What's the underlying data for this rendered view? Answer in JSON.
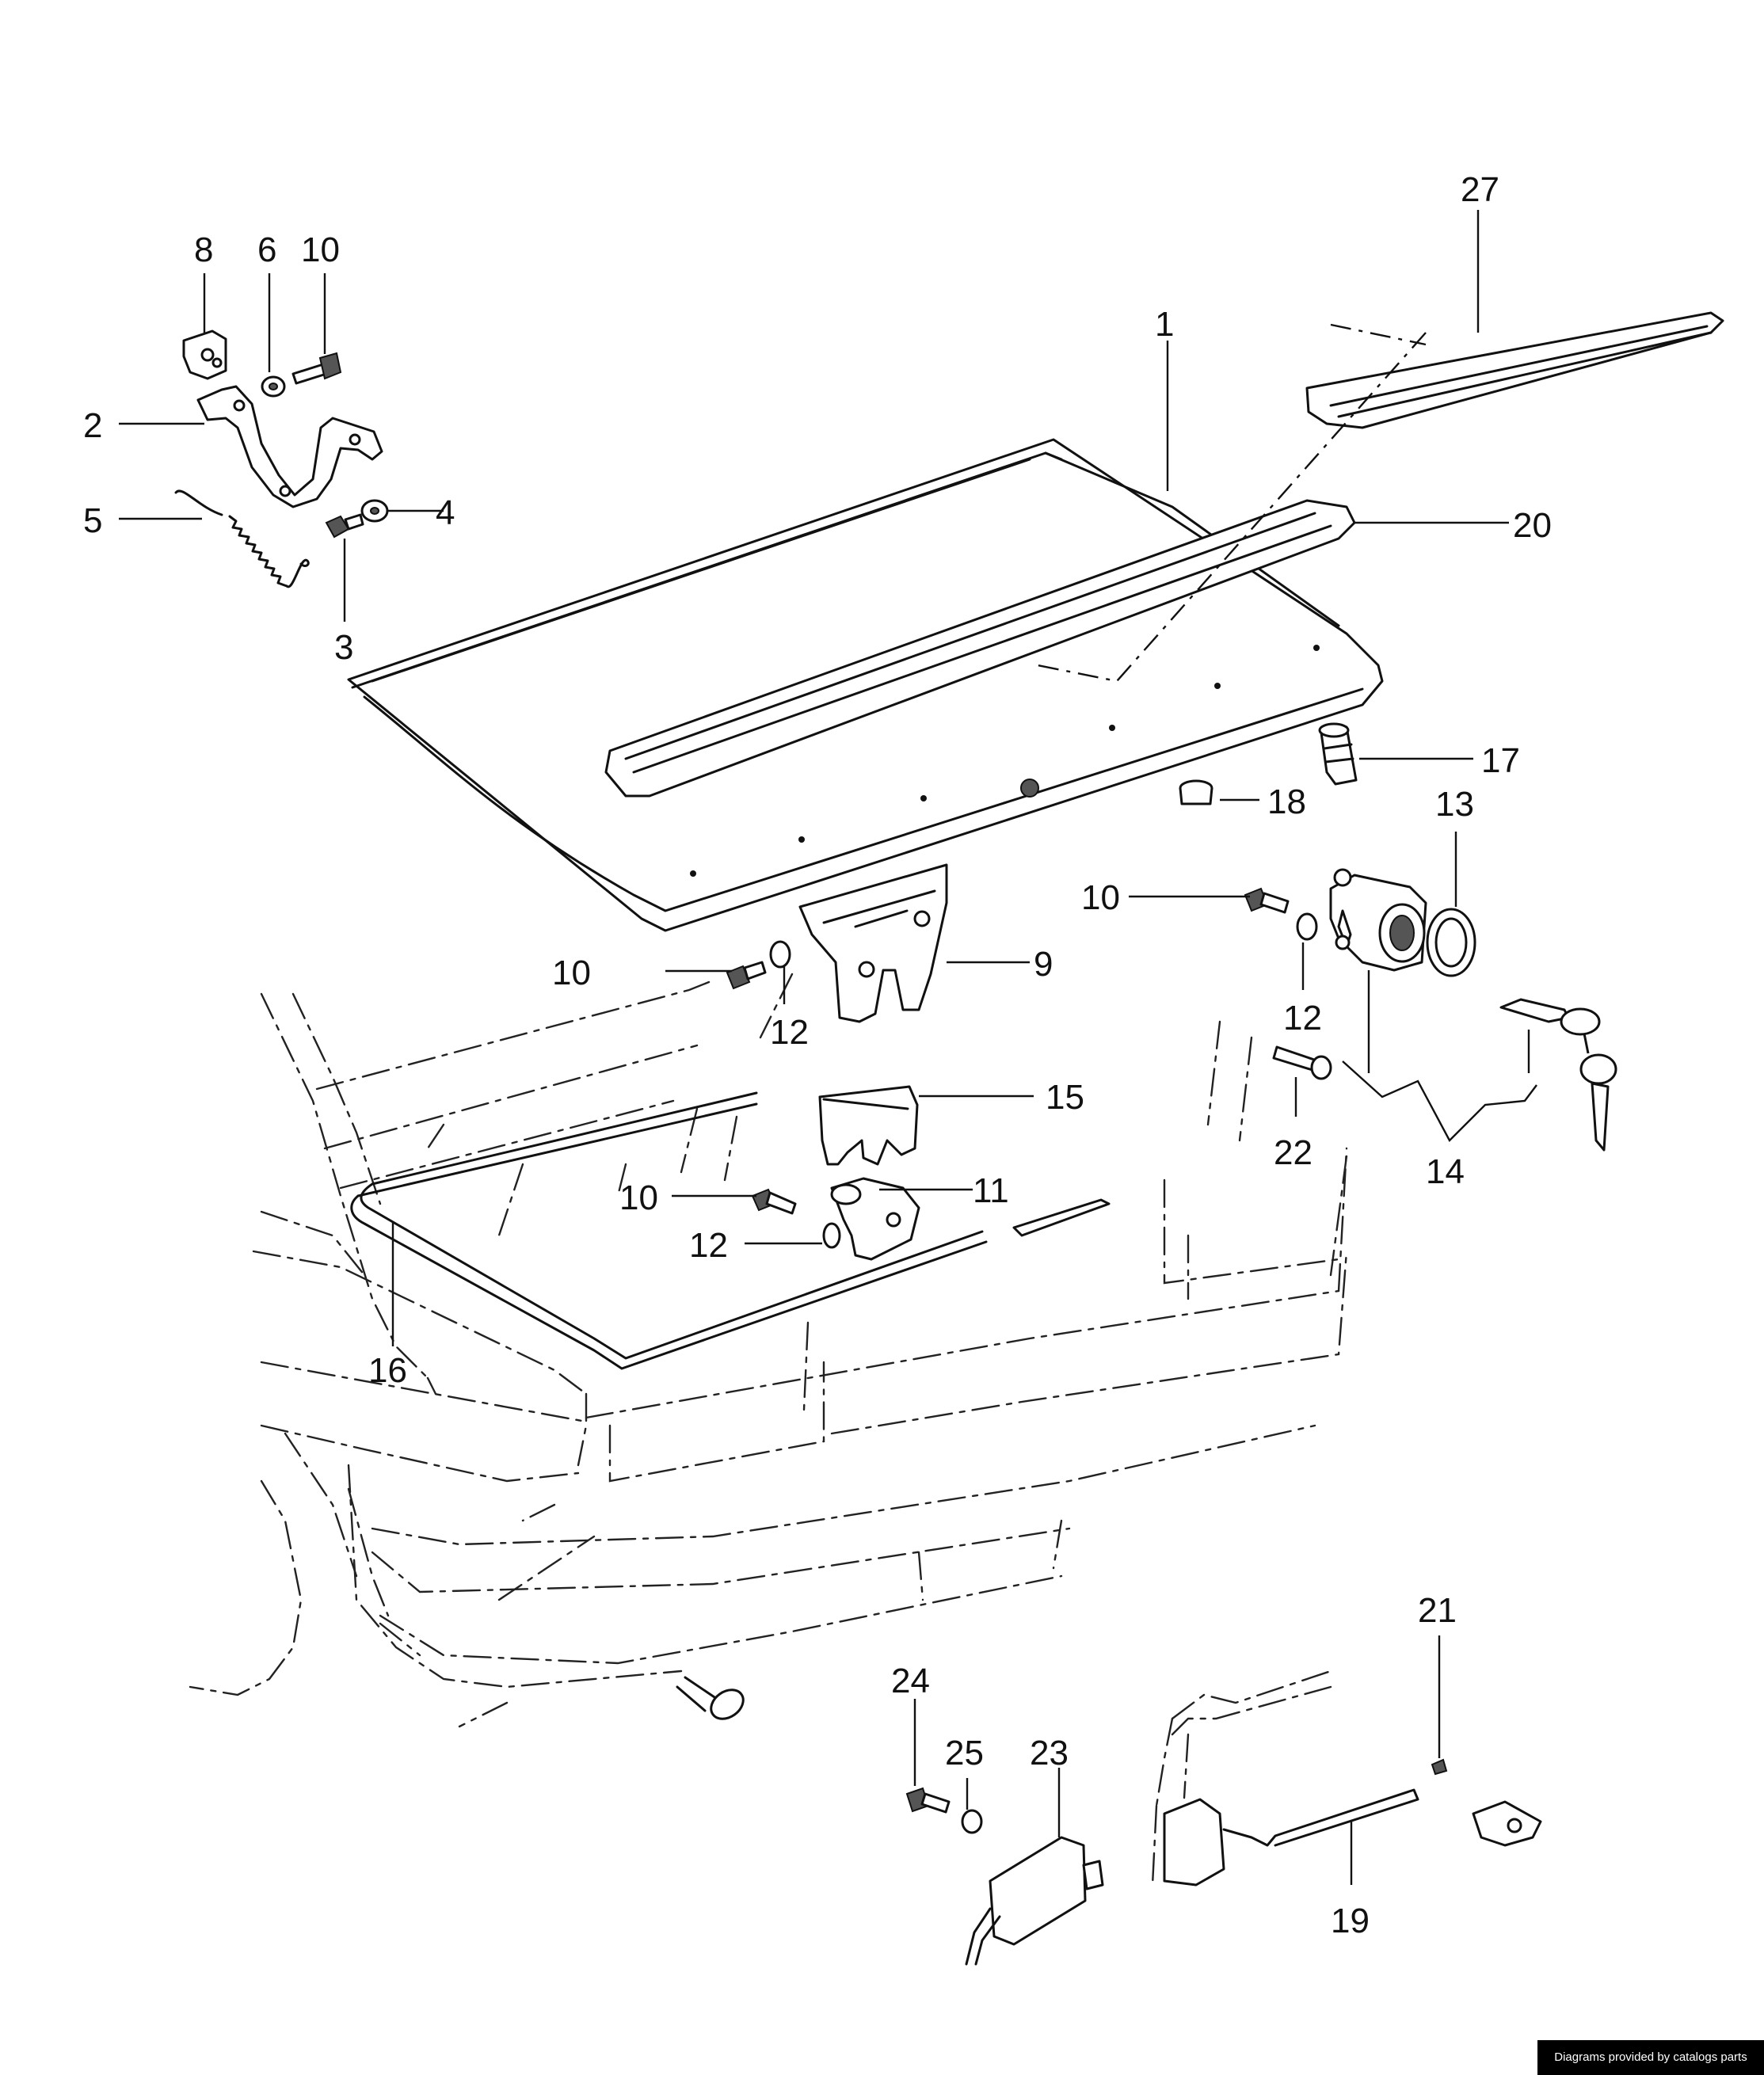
{
  "callouts": [
    {
      "id": "1",
      "text": "1"
    },
    {
      "id": "2",
      "text": "2"
    },
    {
      "id": "3",
      "text": "3"
    },
    {
      "id": "4",
      "text": "4"
    },
    {
      "id": "5",
      "text": "5"
    },
    {
      "id": "6",
      "text": "6"
    },
    {
      "id": "8",
      "text": "8"
    },
    {
      "id": "9",
      "text": "9"
    },
    {
      "id": "10a",
      "text": "10"
    },
    {
      "id": "10b",
      "text": "10"
    },
    {
      "id": "10c",
      "text": "10"
    },
    {
      "id": "10d",
      "text": "10"
    },
    {
      "id": "11",
      "text": "11"
    },
    {
      "id": "12a",
      "text": "12"
    },
    {
      "id": "12b",
      "text": "12"
    },
    {
      "id": "12c",
      "text": "12"
    },
    {
      "id": "13",
      "text": "13"
    },
    {
      "id": "14",
      "text": "14"
    },
    {
      "id": "15",
      "text": "15"
    },
    {
      "id": "16",
      "text": "16"
    },
    {
      "id": "17",
      "text": "17"
    },
    {
      "id": "18",
      "text": "18"
    },
    {
      "id": "19",
      "text": "19"
    },
    {
      "id": "20",
      "text": "20"
    },
    {
      "id": "21",
      "text": "21"
    },
    {
      "id": "22",
      "text": "22"
    },
    {
      "id": "23",
      "text": "23"
    },
    {
      "id": "24",
      "text": "24"
    },
    {
      "id": "25",
      "text": "25"
    },
    {
      "id": "27",
      "text": "27"
    }
  ],
  "footer": {
    "credit": "Diagrams provided by catalogs parts"
  }
}
